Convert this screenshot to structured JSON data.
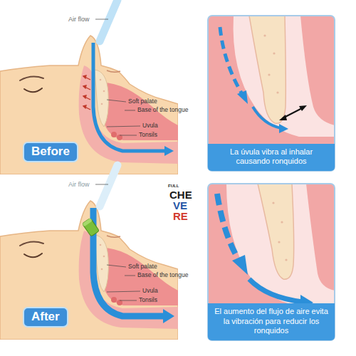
{
  "diagram": {
    "nodes": [
      {
        "text": [
          "Before"
        ]
      },
      {
        "text": [
          "La úvula vibra al inhalar causando ronquidos"
        ]
      },
      {
        "text": [
          "After"
        ]
      },
      {
        "text": [
          "El aumento del flujo de aire evita la vibración para reducir los ronquidos"
        ]
      }
    ],
    "labels": [
      "Air flow",
      "Soft palate",
      "Base of the tongue",
      "Uvula",
      "Tonsils",
      "FULL",
      "CHE",
      "VE",
      "RE",
      "Air flow",
      "Soft palate",
      "Base of the tongue",
      "Uvula",
      "Tonsils"
    ]
  }
}
